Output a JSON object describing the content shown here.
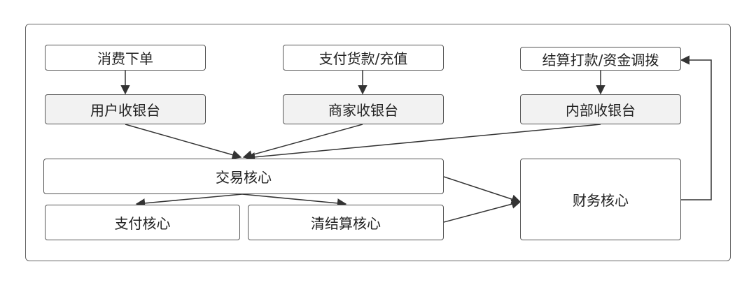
{
  "nodes": {
    "consume_order": "消费下单",
    "pay_recharge": "支付货款/充值",
    "settle_transfer": "结算打款/资金调拨",
    "user_cashier": "用户收银台",
    "merchant_cashier": "商家收银台",
    "internal_cashier": "内部收银台",
    "trade_core": "交易核心",
    "payment_core": "支付核心",
    "clearing_core": "清结算核心",
    "finance_core": "财务核心"
  },
  "colors": {
    "border": "#555555",
    "cashier_fill": "#f2f2f2",
    "box_fill": "#ffffff",
    "arrow": "#333333"
  }
}
